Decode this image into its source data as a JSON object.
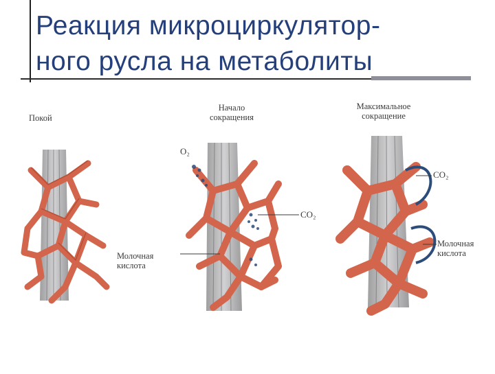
{
  "slide": {
    "title_line1": "Реакция микроциркулятор-",
    "title_line2": "ного русла на метаболиты"
  },
  "figure": {
    "panels": [
      {
        "label_line1": "Покой"
      },
      {
        "label_line1": "Начало",
        "label_line2": "сокращения"
      },
      {
        "label_line1": "Максимальное",
        "label_line2": "сокращение"
      }
    ],
    "labels": {
      "o2": "O₂",
      "co2_middle": "CO₂",
      "co2_right": "CO₂",
      "lactic_middle_line1": "Молочная",
      "lactic_middle_line2": "кислота",
      "lactic_right_line1": "Молочная",
      "lactic_right_line2": "кислота"
    },
    "colors": {
      "vessel": "#d2654b",
      "vessel_dark": "#9b3b26",
      "muscle": "#a7a7a9",
      "metabolite_blue": "#2c4c7a"
    }
  }
}
